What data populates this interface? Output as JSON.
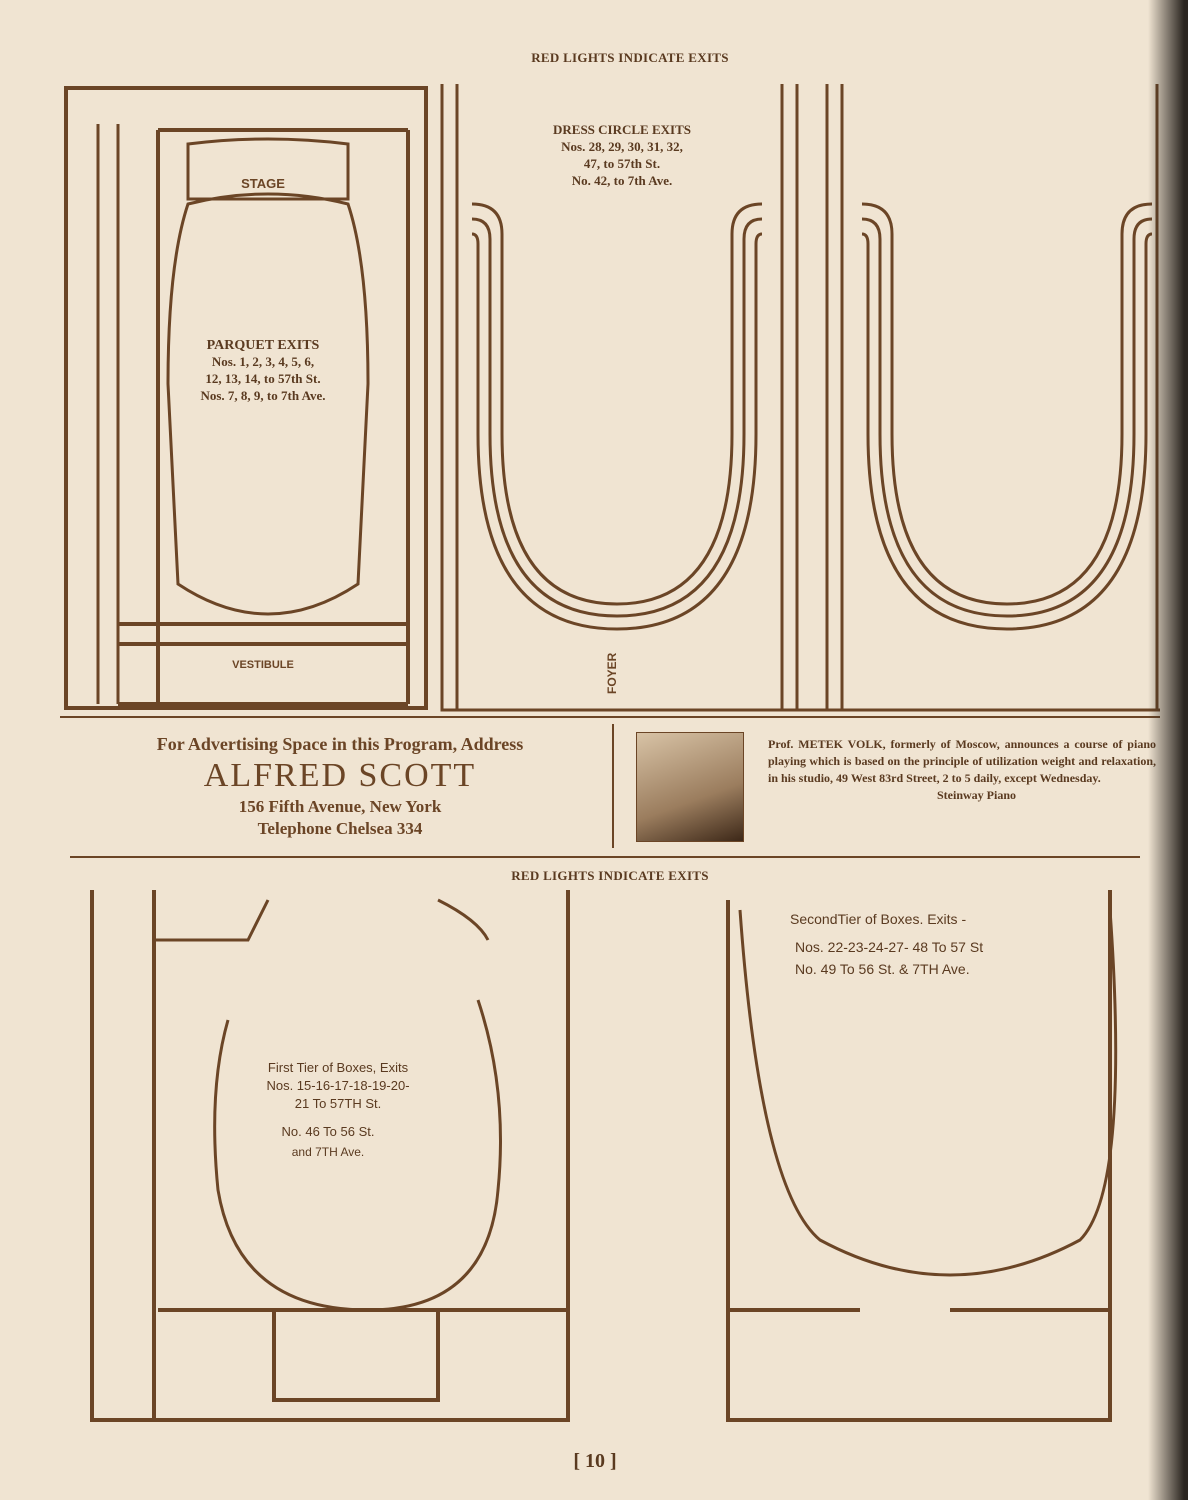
{
  "header_top": "RED LIGHTS INDICATE EXITS",
  "header_bottom": "RED LIGHTS INDICATE EXITS",
  "parquet": {
    "stage": "STAGE",
    "vestibule": "VESTIBULE",
    "title": "PARQUET EXITS",
    "line1": "Nos. 1, 2, 3, 4, 5, 6,",
    "line2": "12, 13, 14, to 57th St.",
    "line3": "Nos. 7, 8, 9, to 7th Ave."
  },
  "dress_circle": {
    "title": "DRESS CIRCLE EXITS",
    "line1": "Nos. 28, 29, 30, 31, 32,",
    "line2": "47, to 57th St.",
    "line3": "No. 42, to 7th Ave.",
    "foyer": "FOYER"
  },
  "ad_left": {
    "line1": "For Advertising Space in this Program, Address",
    "name": "ALFRED SCOTT",
    "address": "156 Fifth Avenue, New York",
    "phone": "Telephone Chelsea 334"
  },
  "ad_right": {
    "text": "Prof. METEK VOLK, formerly of Moscow, announces a course of piano playing which is based on the principle of utilization weight and relaxation, in his studio, 49 West 83rd Street, 2 to 5 daily, except Wednesday.",
    "sig": "Steinway Piano"
  },
  "first_tier": {
    "title": "First Tier of Boxes, Exits",
    "line1": "Nos. 15-16-17-18-19-20-",
    "line2": "21 To 57TH St.",
    "line3": "No. 46 To 56 St.",
    "line4": "and 7TH Ave."
  },
  "second_tier": {
    "title": "SecondTier of Boxes. Exits -",
    "line1": "Nos. 22-23-24-27- 48 To 57 St",
    "line2": "No. 49 To 56 St. & 7TH Ave."
  },
  "page_number": "[ 10 ]"
}
